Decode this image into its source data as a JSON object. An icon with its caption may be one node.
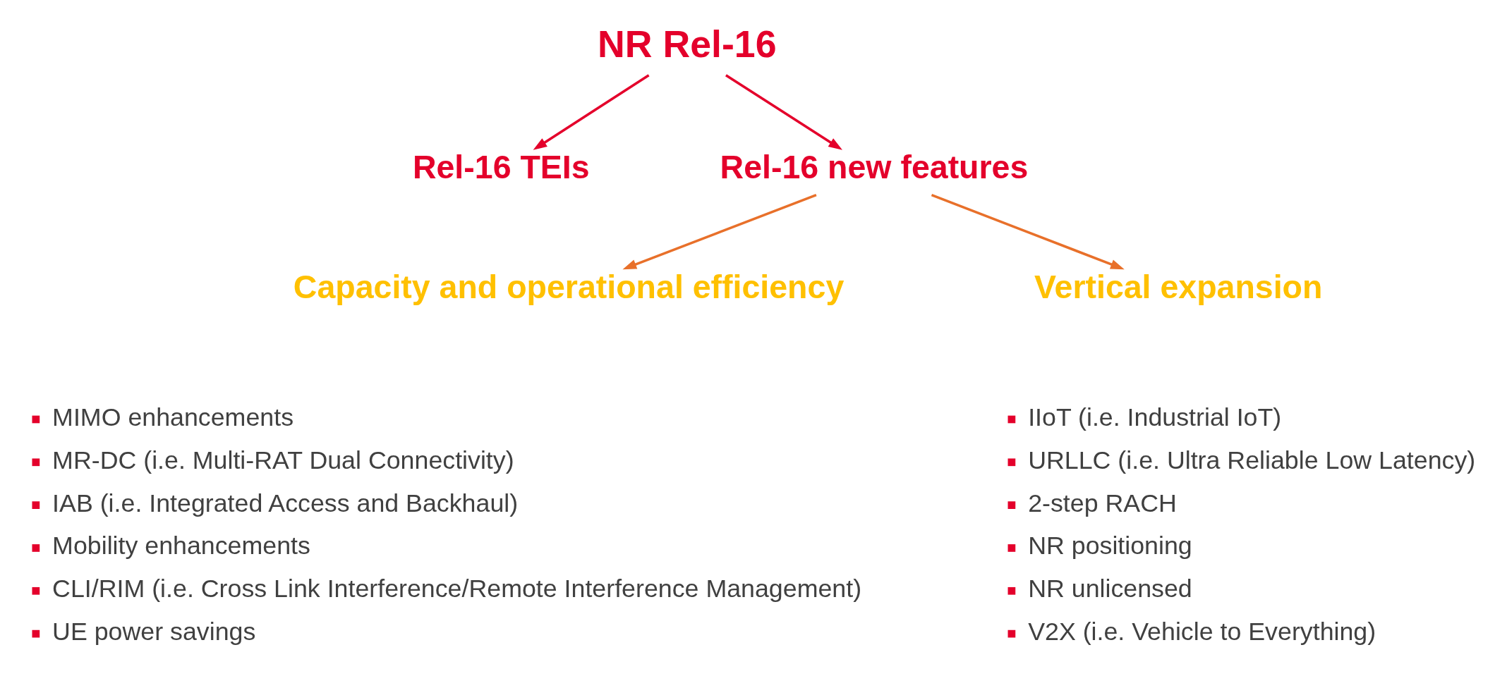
{
  "diagram": {
    "nodes": [
      {
        "text": [
          "NR Rel-16"
        ]
      },
      {
        "text": [
          "Rel-16 TEIs"
        ]
      },
      {
        "text": [
          "Rel-16 new features"
        ]
      },
      {
        "text": [
          "Capacity and operational efficiency"
        ],
        "beside": [
          "MIMO enhancements",
          "MR-DC (i.e. Multi-RAT Dual Connectivity)",
          "IAB (i.e. Integrated Access and Backhaul)",
          "Mobility enhancements",
          "CLI/RIM (i.e. Cross Link Interference/Remote Interference Management)",
          "UE power savings"
        ]
      },
      {
        "text": [
          "Vertical expansion"
        ],
        "beside": [
          "IIoT (i.e. Industrial IoT)",
          "URLLC (i.e. Ultra Reliable Low Latency)",
          "2-step RACH",
          "NR positioning",
          "NR unlicensed",
          "V2X (i.e. Vehicle to Everything)"
        ]
      }
    ],
    "edges": [
      {
        "from": 0,
        "to": 1,
        "arrow": "to",
        "color": "#e4002b"
      },
      {
        "from": 0,
        "to": 2,
        "arrow": "to",
        "color": "#e4002b"
      },
      {
        "from": 2,
        "to": 3,
        "arrow": "to",
        "color": "#e8702a"
      },
      {
        "from": 2,
        "to": 4,
        "arrow": "to",
        "color": "#e8702a"
      }
    ]
  }
}
